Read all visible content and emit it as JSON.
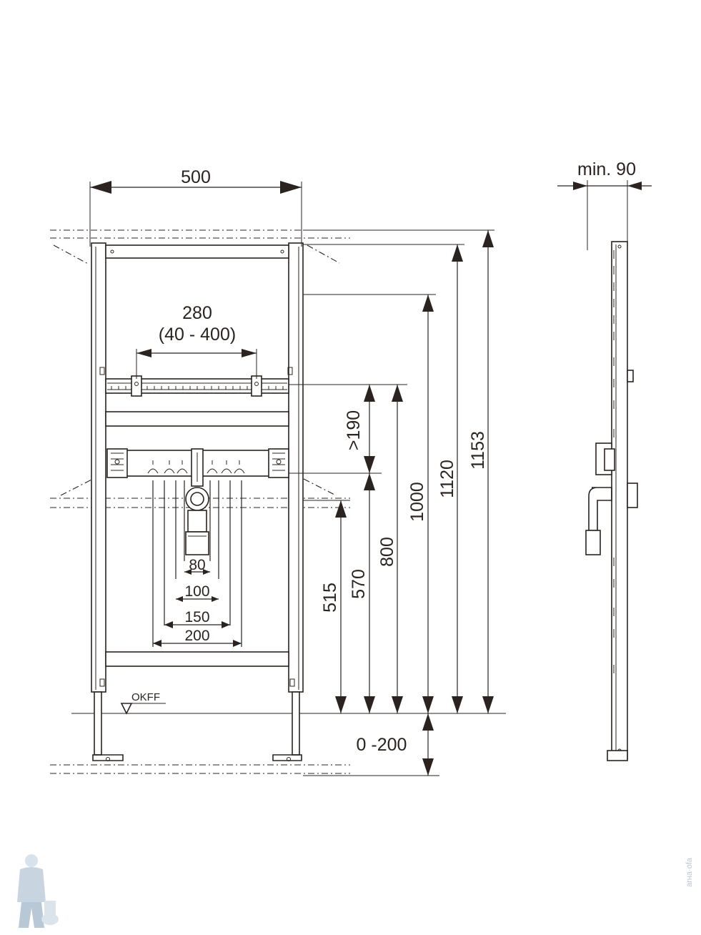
{
  "front_view": {
    "width_label": "500",
    "spacing_label": "280",
    "spacing_range_label": "(40 - 400)",
    "drain_spacings": [
      "80",
      "100",
      "150",
      "200"
    ],
    "floor_marker_label": "OKFF",
    "adjustment_label": "0 -200"
  },
  "vertical_dimensions": [
    {
      "value": "515"
    },
    {
      "value": "570"
    },
    {
      "value": ">190"
    },
    {
      "value": "800"
    },
    {
      "value": "1000"
    },
    {
      "value": "1120"
    },
    {
      "value": "1153"
    }
  ],
  "side_view": {
    "depth_label": "min. 90"
  },
  "watermark": {
    "text": "ɐɟo·ɐнɹɐ"
  },
  "colors": {
    "line": "#2b2320",
    "watermark": "#b9c7d3"
  }
}
